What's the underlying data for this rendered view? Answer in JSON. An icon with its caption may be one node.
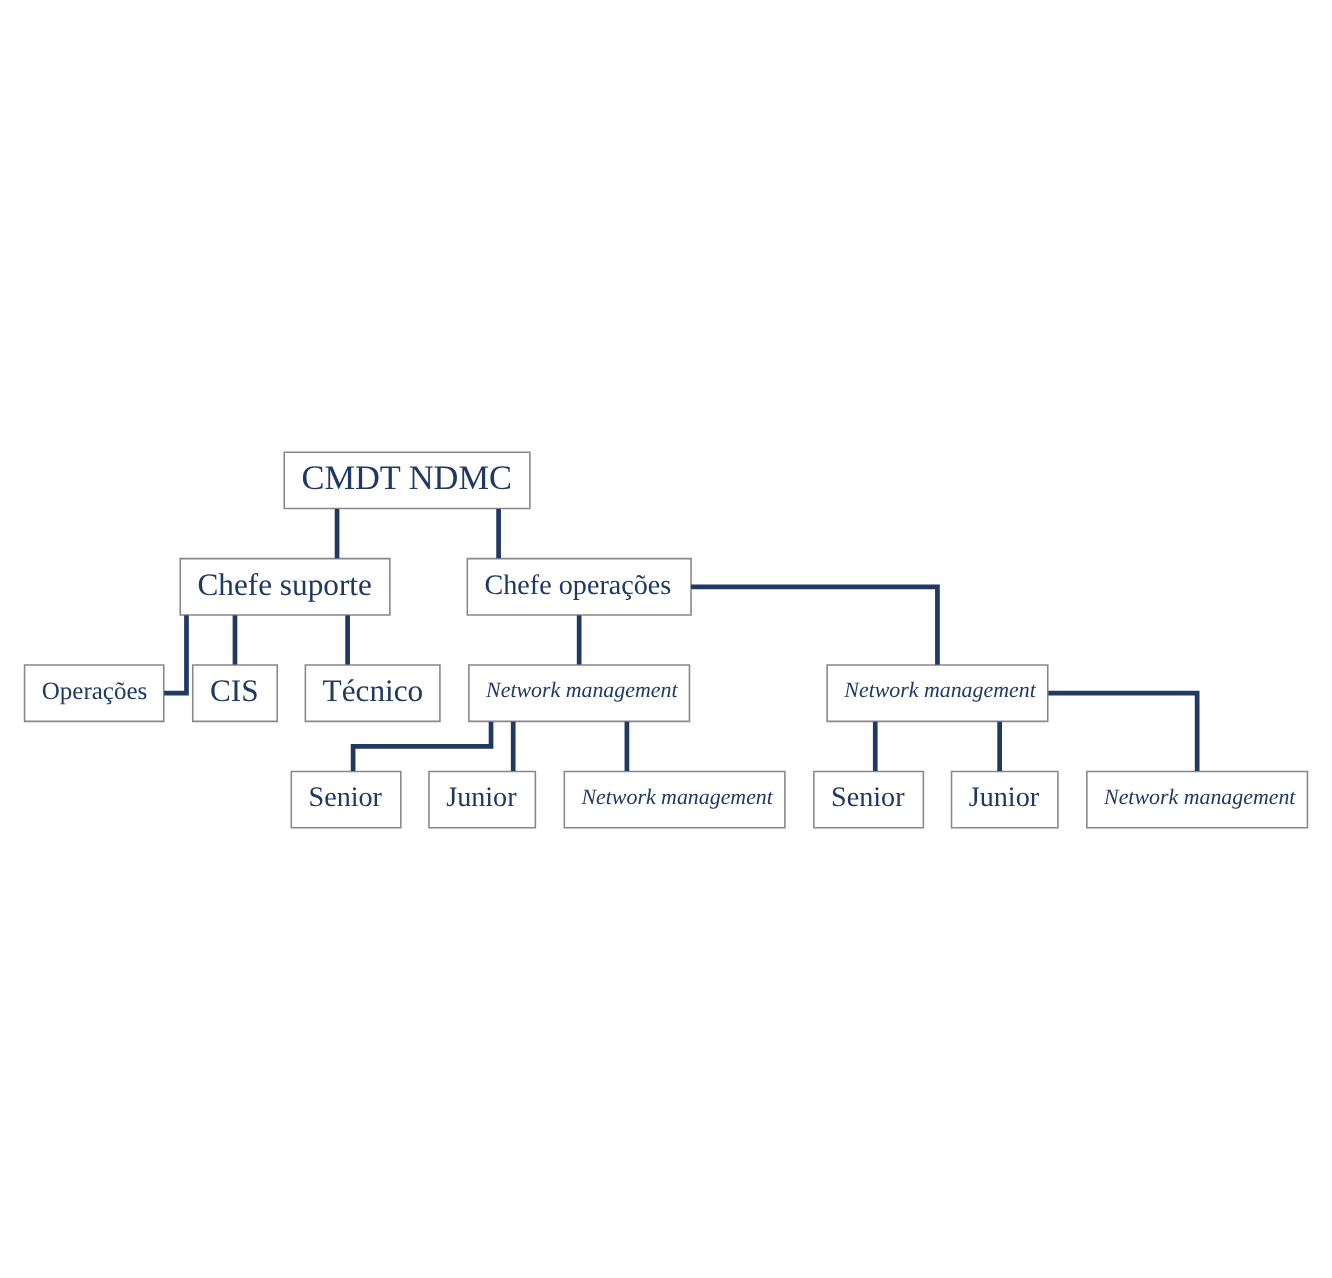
{
  "diagram": {
    "nodes": [
      {
        "text": [
          "CMDT NDMC"
        ]
      },
      {
        "text": [
          "Chefe suporte"
        ]
      },
      {
        "text": [
          "Chefe operações"
        ]
      },
      {
        "text": [
          "Operações"
        ]
      },
      {
        "text": [
          "CIS"
        ]
      },
      {
        "text": [
          "Técnico"
        ]
      },
      {
        "text": [
          "Network management"
        ]
      },
      {
        "text": [
          "Network management"
        ]
      },
      {
        "text": [
          "Senior"
        ]
      },
      {
        "text": [
          "Junior"
        ]
      },
      {
        "text": [
          "Network management"
        ]
      },
      {
        "text": [
          "Senior"
        ]
      },
      {
        "text": [
          "Junior"
        ]
      },
      {
        "text": [
          "Network management"
        ]
      }
    ],
    "edges": [
      {
        "from": 0,
        "to": 1,
        "arrow": "none"
      },
      {
        "from": 0,
        "to": 2,
        "arrow": "none"
      },
      {
        "from": 1,
        "to": 3,
        "arrow": "none"
      },
      {
        "from": 1,
        "to": 4,
        "arrow": "none"
      },
      {
        "from": 1,
        "to": 5,
        "arrow": "none"
      },
      {
        "from": 2,
        "to": 6,
        "arrow": "none"
      },
      {
        "from": 2,
        "to": 7,
        "arrow": "none"
      },
      {
        "from": 6,
        "to": 8,
        "arrow": "none"
      },
      {
        "from": 6,
        "to": 9,
        "arrow": "none"
      },
      {
        "from": 6,
        "to": 10,
        "arrow": "none"
      },
      {
        "from": 7,
        "to": 11,
        "arrow": "none"
      },
      {
        "from": 7,
        "to": 12,
        "arrow": "none"
      },
      {
        "from": 7,
        "to": 13,
        "arrow": "none"
      }
    ]
  }
}
